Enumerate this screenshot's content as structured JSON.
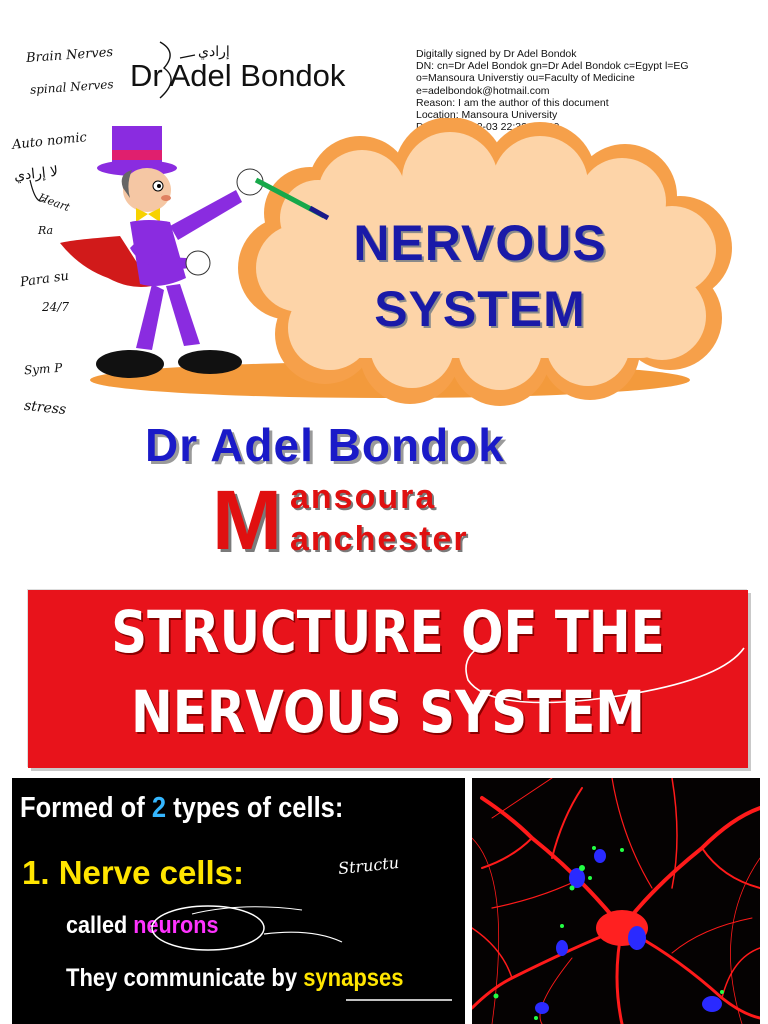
{
  "header": {
    "author_top": "Dr Adel Bondok"
  },
  "signature": {
    "lines": [
      "Digitally signed by Dr Adel Bondok",
      "DN: cn=Dr Adel Bondok gn=Dr Adel Bondok c=Egypt l=EG",
      "o=Mansoura Universtiy ou=Faculty of Medicine",
      "e=adelbondok@hotmail.com",
      "Reason: I am the author of this document",
      "Location: Mansoura University",
      "Date: 2016-12-03 22:32+02:00"
    ]
  },
  "notes": {
    "brain_nerves": "Brain Nerves",
    "spinal_nerves": "spinal Nerves",
    "arabic_top": "إرادي",
    "autonomic": "Auto nomic",
    "arabic_left": "لا إرادي",
    "heart": "Heart",
    "rate": "Ra",
    "para": "Para su",
    "hours": "24/7",
    "sym": "Sym P",
    "stress": "stress",
    "structure": "Structu"
  },
  "cloud": {
    "line1": "NERVOUS",
    "line2": "SYSTEM"
  },
  "author_big": "Dr Adel Bondok",
  "logo": {
    "letter": "M",
    "word1": "ansoura",
    "word2": "anchester"
  },
  "banner": {
    "line1": "STRUCTURE OF THE",
    "line2": "NERVOUS SYSTEM"
  },
  "slide": {
    "line1_pre": "Formed of ",
    "line1_num": "2",
    "line1_post": " types of cells:",
    "line2": "1. Nerve cells:",
    "line3_pre": "called ",
    "line3_hl": "neurons",
    "line4_pre": "They communicate by ",
    "line4_hl": "synapses"
  },
  "colors": {
    "banner_red": "#e8131b",
    "title_blue": "#1a1aa8",
    "cloud_orange": "#f6a04a",
    "cloud_fill": "#fdd4a8",
    "neuron_red": "#ff1a1a",
    "highlight_yellow": "#ffe500",
    "highlight_magenta": "#ff33ff",
    "number_blue": "#35b7ff"
  }
}
